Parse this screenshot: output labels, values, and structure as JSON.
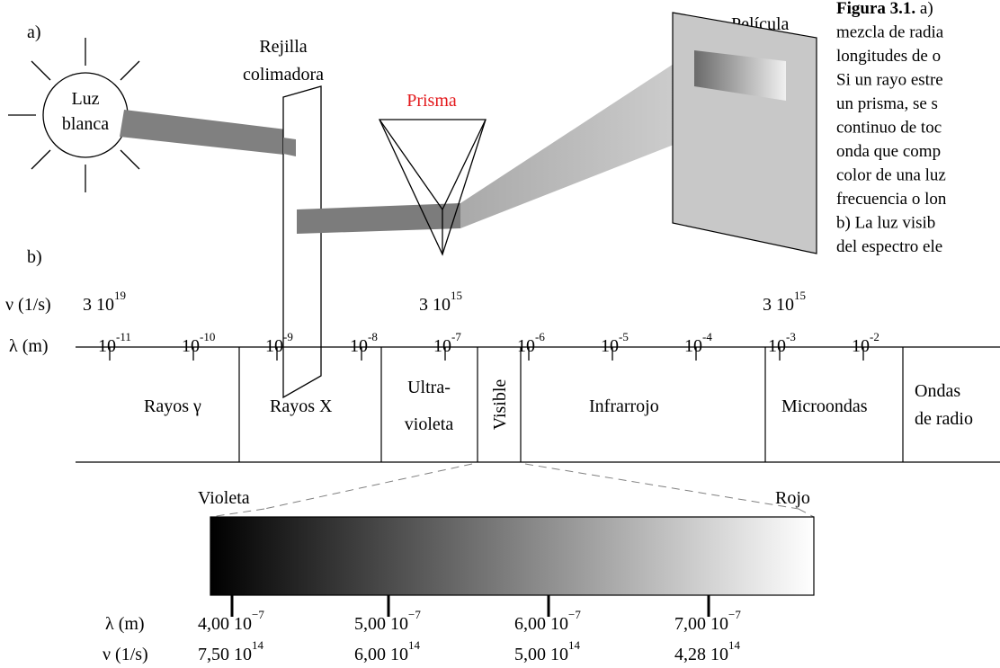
{
  "part_a": {
    "label": "a)",
    "sun_label_line1": "Luz",
    "sun_label_line2": "blanca",
    "grating_label_line1": "Rejilla",
    "grating_label_line2": "colimadora",
    "prism_label": "Prisma",
    "film_label": "Película",
    "prism_label_color": "#e3191c"
  },
  "part_b": {
    "label": "b)",
    "nu_axis_label": "ν (1/s)",
    "lambda_axis_label": "λ (m)",
    "nu_ticks": [
      {
        "base": "3 10",
        "exp": "19"
      },
      {
        "base": "3 10",
        "exp": "15"
      },
      {
        "base": "3 10",
        "exp": "15"
      }
    ],
    "lambda_ticks": [
      {
        "base": "10",
        "exp": "-11"
      },
      {
        "base": "10",
        "exp": "-10"
      },
      {
        "base": "10",
        "exp": "-9"
      },
      {
        "base": "10",
        "exp": "-8"
      },
      {
        "base": "10",
        "exp": "-7"
      },
      {
        "base": "10",
        "exp": "-6"
      },
      {
        "base": "10",
        "exp": "-5"
      },
      {
        "base": "10",
        "exp": "-4"
      },
      {
        "base": "10",
        "exp": "-3"
      },
      {
        "base": "10",
        "exp": "-2"
      }
    ],
    "regions": {
      "gamma": "Rayos γ",
      "xray": "Rayos X",
      "uv_line1": "Ultra-",
      "uv_line2": "violeta",
      "visible": "Visible",
      "infrared": "Infrarrojo",
      "microwave": "Microondas",
      "radio_line1": "Ondas",
      "radio_line2": "de radio"
    },
    "visible_ends": {
      "left": "Violeta",
      "right": "Rojo"
    },
    "visible_lambda_label": "λ (m)",
    "visible_nu_label": "ν (1/s)",
    "visible_ticks": [
      {
        "lambda_base": "4,00 10",
        "lambda_exp": "−7",
        "nu_base": "7,50 10",
        "nu_exp": "14"
      },
      {
        "lambda_base": "5,00 10",
        "lambda_exp": "−7",
        "nu_base": "6,00 10",
        "nu_exp": "14"
      },
      {
        "lambda_base": "6,00 10",
        "lambda_exp": "−7",
        "nu_base": "5,00 10",
        "nu_exp": "14"
      },
      {
        "lambda_base": "7,00 10",
        "lambda_exp": "−7",
        "nu_base": "4,28 10",
        "nu_exp": "14"
      }
    ]
  },
  "caption_lines": [
    {
      "bold": "Figura 3.1.",
      "text": " a)"
    },
    {
      "bold": "",
      "text": "mezcla de radia"
    },
    {
      "bold": "",
      "text": "longitudes de o"
    },
    {
      "bold": "",
      "text": "Si un rayo estre"
    },
    {
      "bold": "",
      "text": "un prisma, se s"
    },
    {
      "bold": "",
      "text": "continuo de toc"
    },
    {
      "bold": "",
      "text": "onda que comp"
    },
    {
      "bold": "",
      "text": "color de una luz"
    },
    {
      "bold": "",
      "text": "frecuencia o lon"
    },
    {
      "bold": "",
      "text": "b) La luz visib"
    },
    {
      "bold": "",
      "text": "del espectro ele"
    }
  ]
}
